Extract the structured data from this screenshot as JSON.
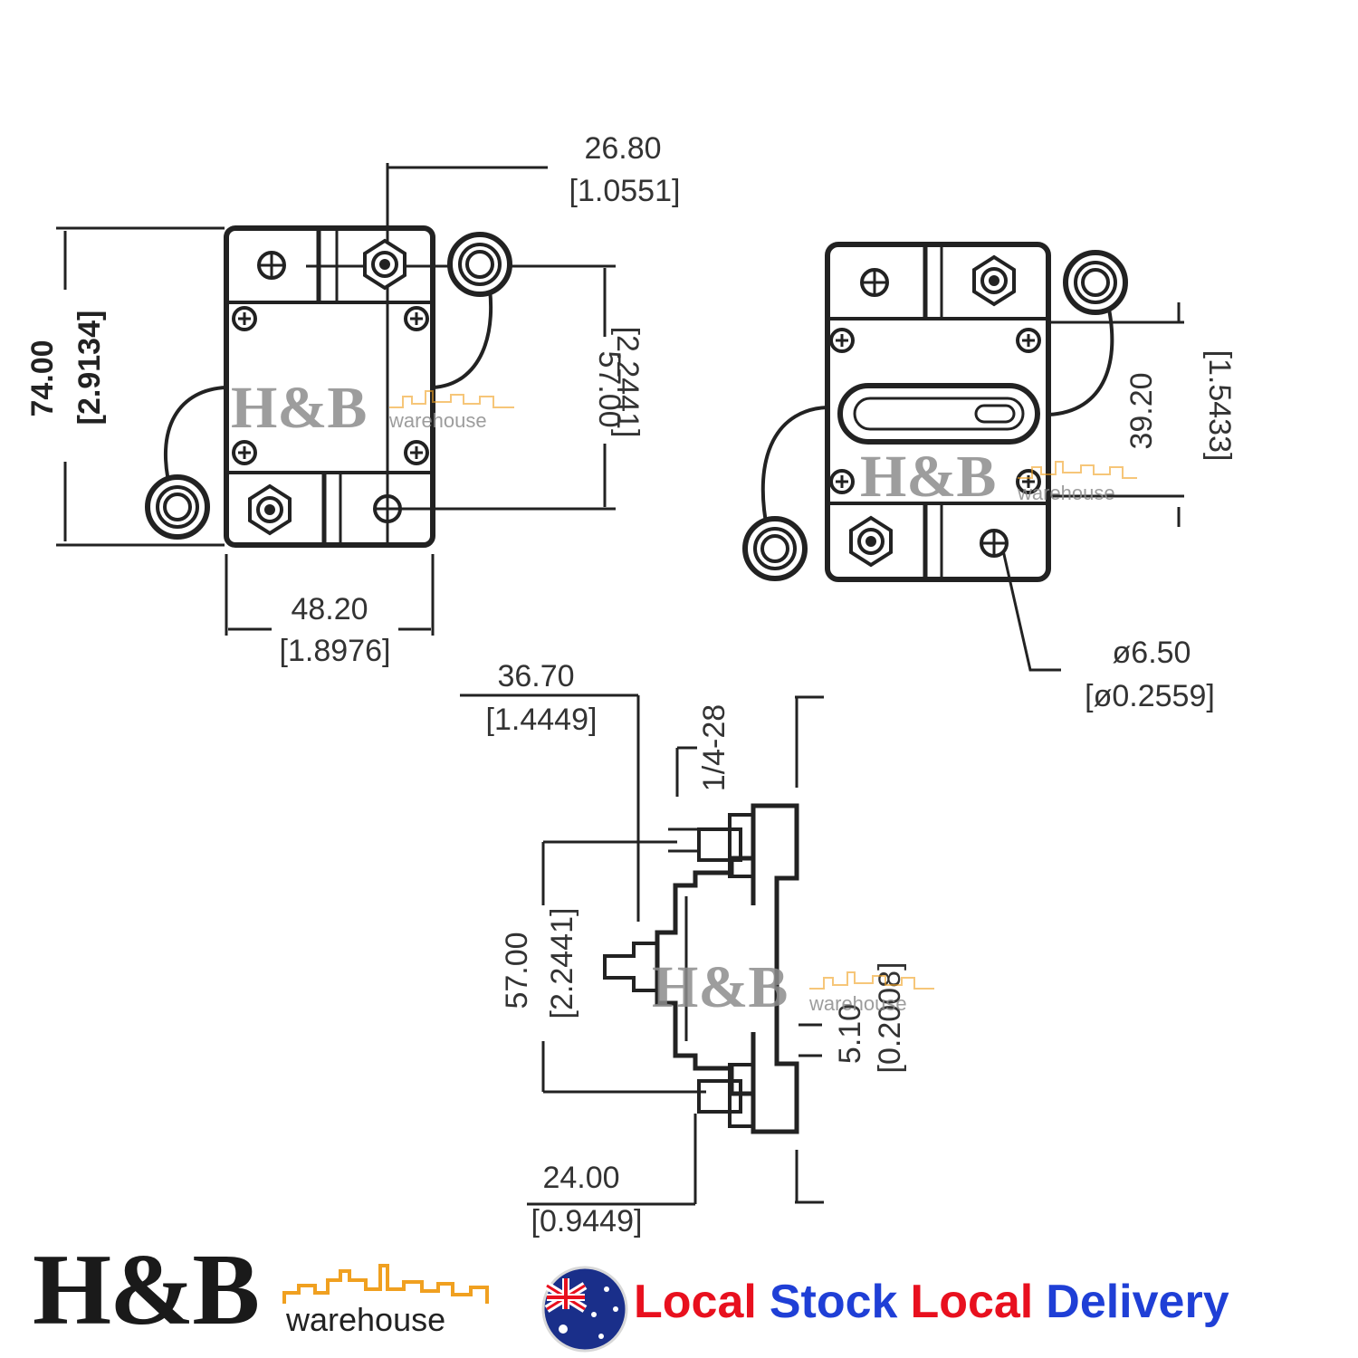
{
  "dimensions": {
    "d_26_80": {
      "mm": "26.80",
      "inch": "[1.0551]"
    },
    "d_74_00": {
      "mm": "74.00",
      "inch": "[2.9134]"
    },
    "d_57_00_top": {
      "mm": "57.00",
      "inch": "[2.2441]"
    },
    "d_48_20": {
      "mm": "48.20",
      "inch": "[1.8976]"
    },
    "d_39_20": {
      "mm": "39.20",
      "inch": "[1.5433]"
    },
    "d_6_50": {
      "mm": "ø6.50",
      "inch": "[ø0.2559]"
    },
    "d_36_70": {
      "mm": "36.70",
      "inch": "[1.4449]"
    },
    "thread": "1/4-28",
    "d_57_00_side": {
      "mm": "57.00",
      "inch": "[2.2441]"
    },
    "d_5_10": {
      "mm": "5.10",
      "inch": "[0.2008]"
    },
    "d_24_00": {
      "mm": "24.00",
      "inch": "[0.9449]"
    }
  },
  "watermark": {
    "brand": "H&B",
    "sub": "warehouse"
  },
  "footer": {
    "logo_brand": "H&B",
    "logo_sub": "warehouse",
    "banner": [
      {
        "text": "Local",
        "color": "#e8101e"
      },
      {
        "text": "Stock",
        "color": "#1f3fd6"
      },
      {
        "text": "Local",
        "color": "#e8101e"
      },
      {
        "text": "Delivery",
        "color": "#1f3fd6"
      }
    ]
  },
  "colors": {
    "line": "#222222",
    "accent_orange": "#f0a020"
  }
}
